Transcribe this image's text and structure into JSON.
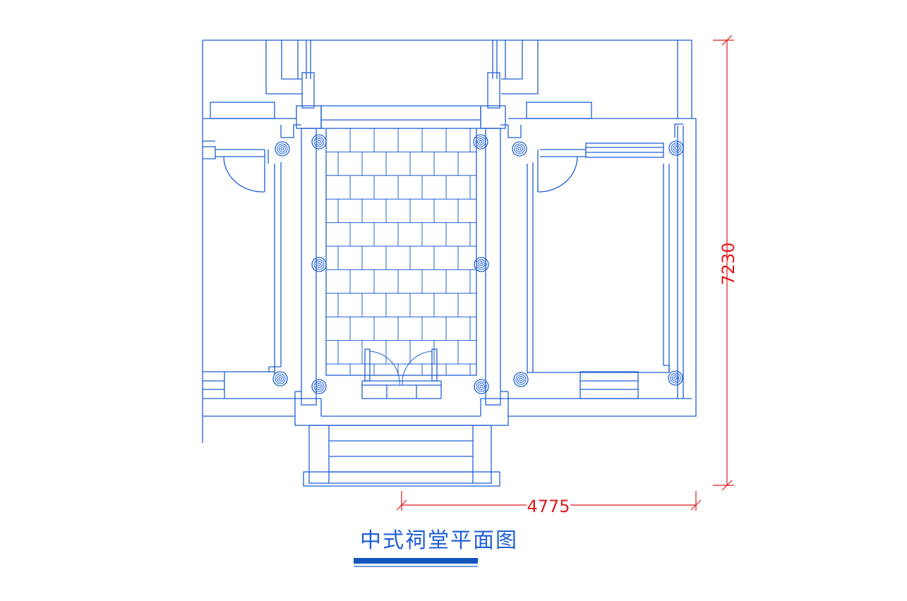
{
  "drawing": {
    "title": "中式祠堂平面图",
    "dimension_vertical": "7230",
    "dimension_horizontal": "4775"
  },
  "colors": {
    "line": "#1f5fd6",
    "dimension": "#e0191f",
    "title_bar": "#1155bb",
    "background": "#ffffff"
  }
}
